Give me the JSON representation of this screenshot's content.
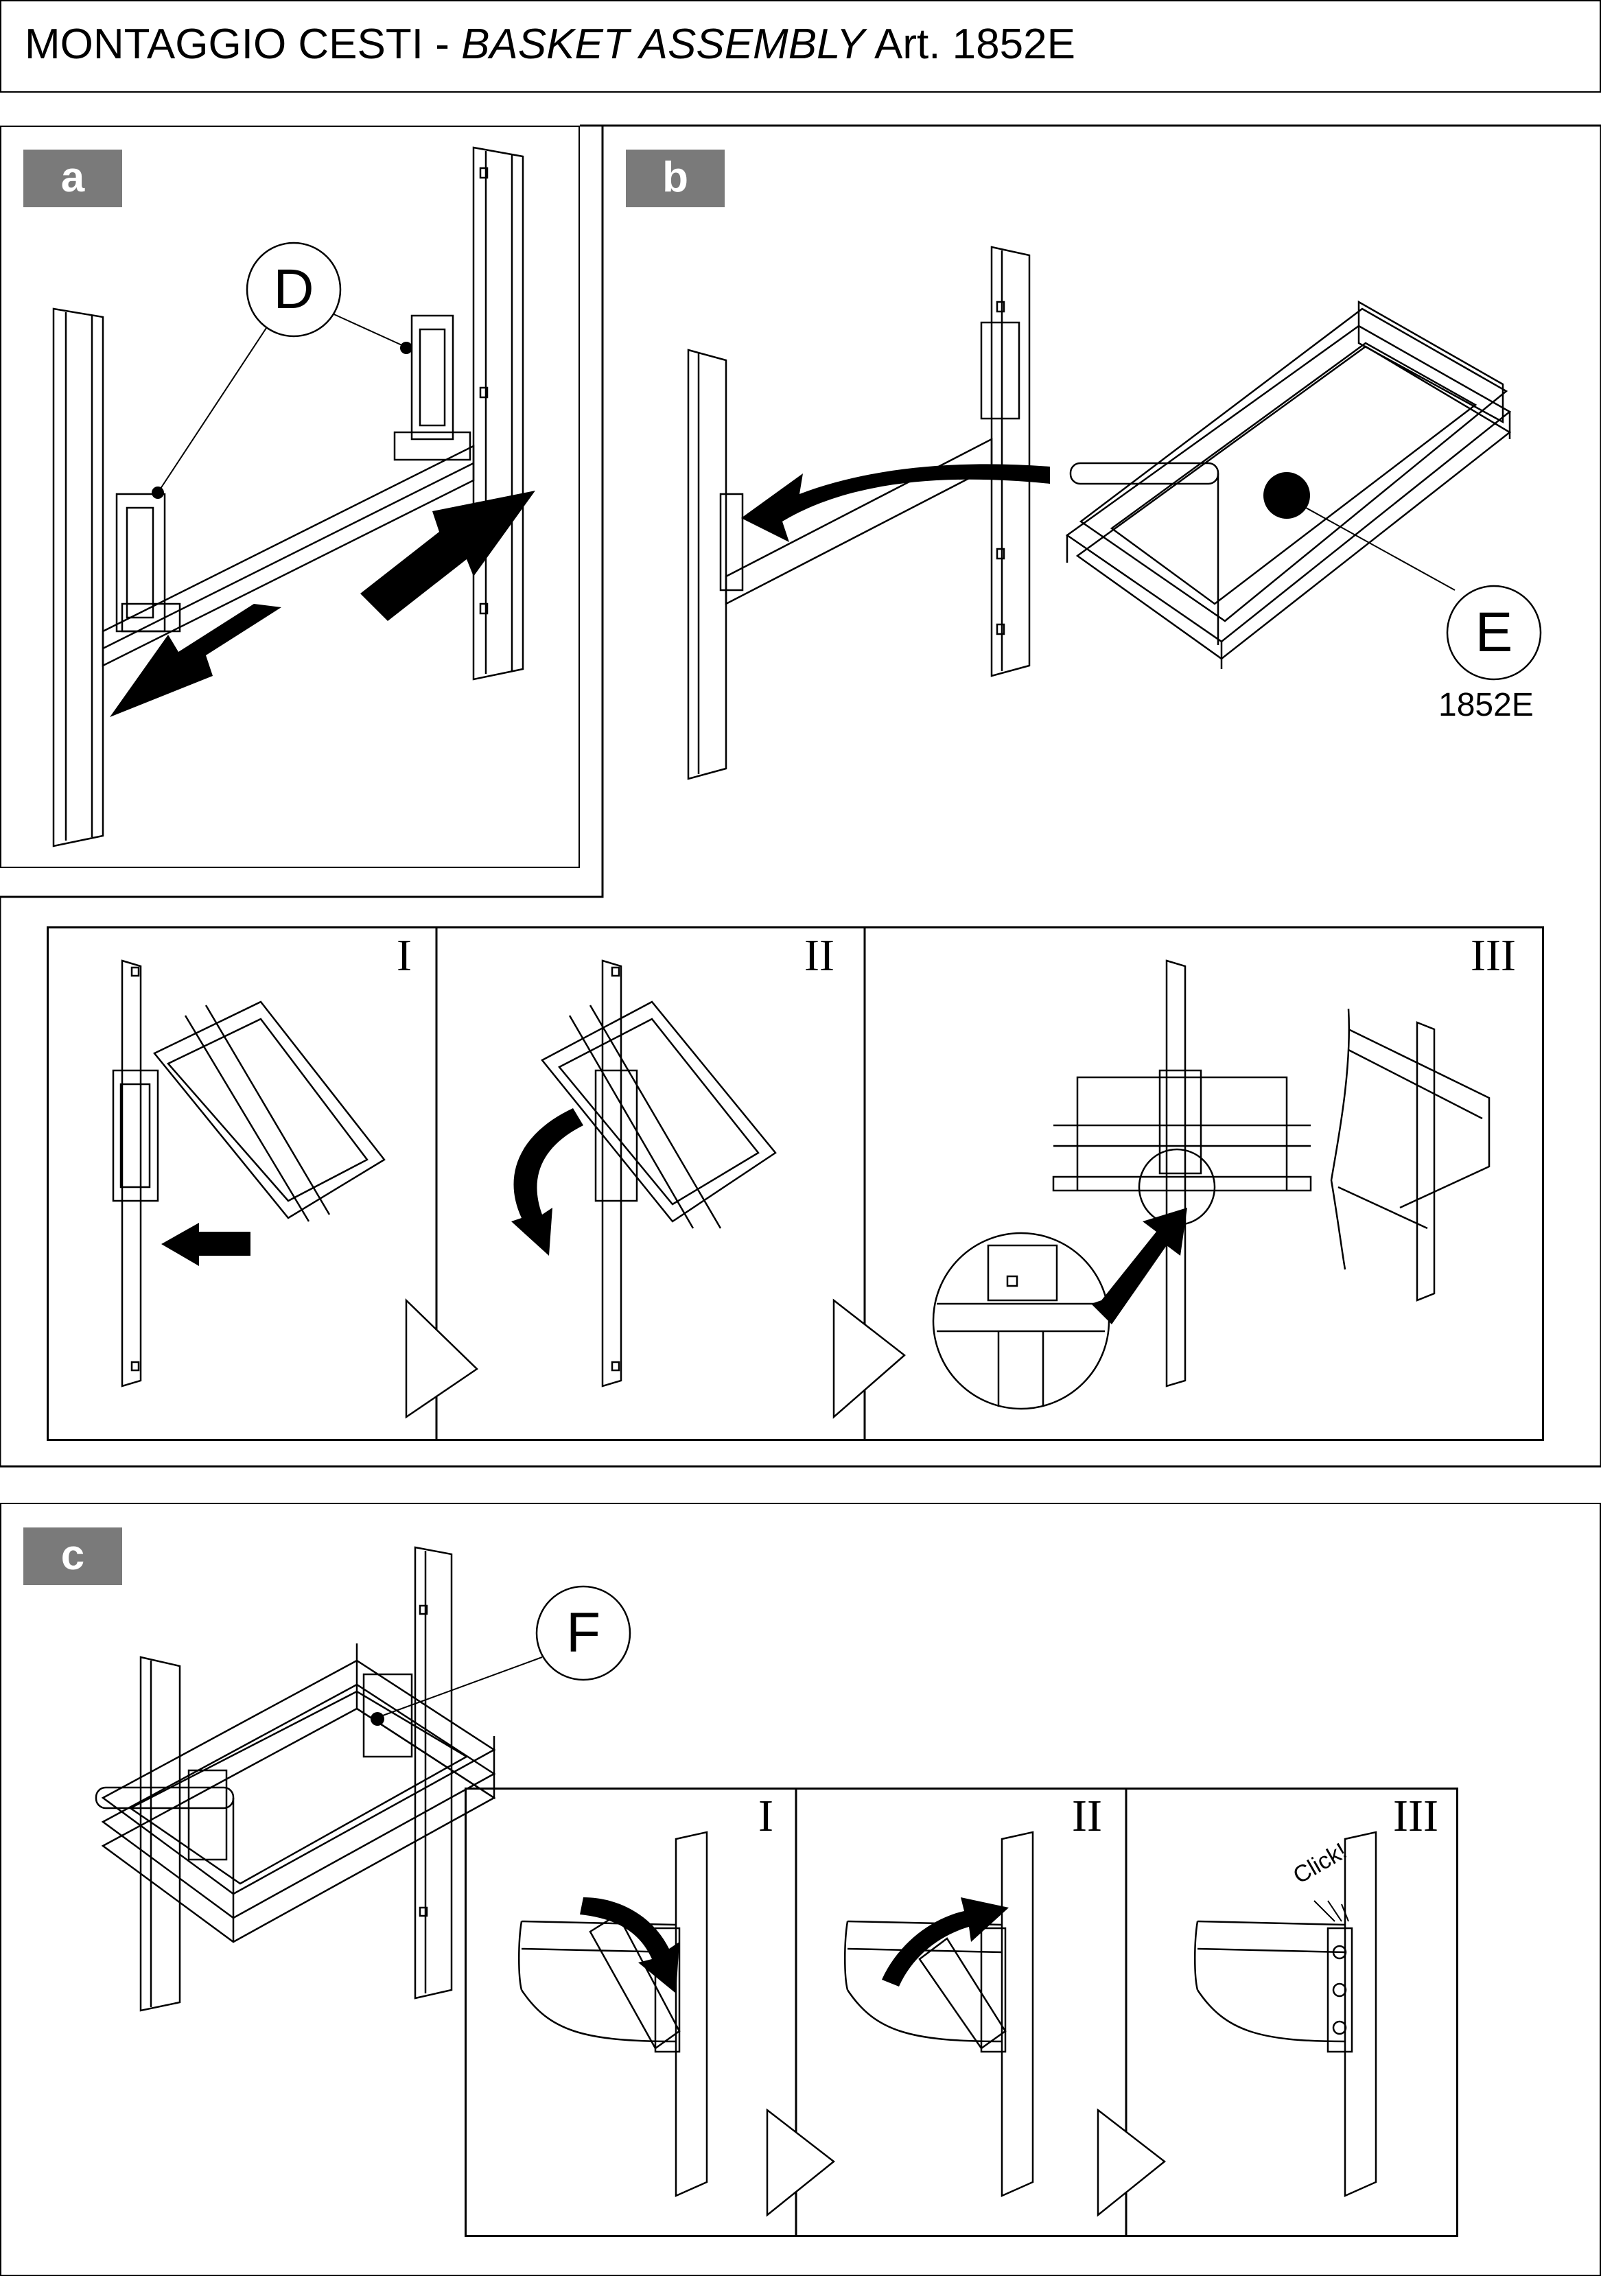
{
  "header": {
    "title_it": "MONTAGGIO CESTI - ",
    "title_en": "BASKET ASSEMBLY",
    "title_art": " Art. 1852E"
  },
  "sections": {
    "a": {
      "badge": "a",
      "callout": "D"
    },
    "b": {
      "badge": "b",
      "callout": "E",
      "code": "1852E"
    },
    "c": {
      "badge": "c",
      "callout": "F",
      "click": "Click!"
    }
  },
  "steps_b": [
    "I",
    "II",
    "III"
  ],
  "steps_c": [
    "I",
    "II",
    "III"
  ]
}
